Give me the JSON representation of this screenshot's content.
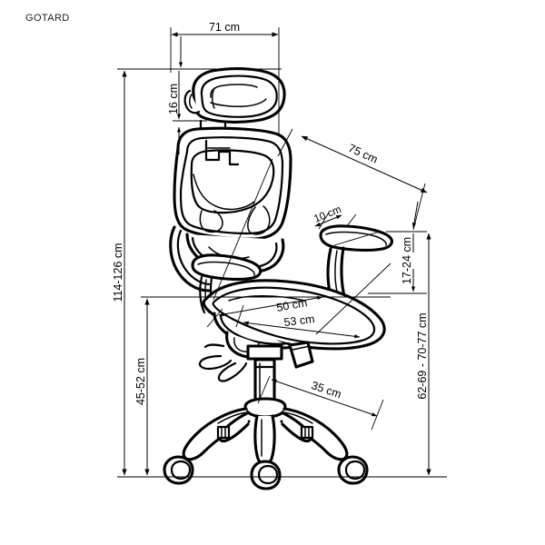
{
  "document": {
    "model_name": "GOTARD",
    "type": "technical-dimension-drawing",
    "subject": "ergonomic mesh office chair, side view",
    "background_color": "#ffffff",
    "line_color": "#000000",
    "units": "cm"
  },
  "dimensions": {
    "overall_width_top": "71 cm",
    "headrest_height": "16 cm",
    "backrest_diagonal": "75 cm",
    "armrest_width": "10 cm",
    "seat_depth_upper": "50 cm",
    "seat_depth_lower": "53 cm",
    "total_height": "114-126 cm",
    "seat_to_floor": "45-52 cm",
    "armrest_adjust": "17-24 cm",
    "backrest_total": "62-69 - 70-77 cm",
    "base_radius": "35 cm"
  },
  "labels": [
    {
      "id": "d-71",
      "text": "71 cm",
      "orientation": "horizontal"
    },
    {
      "id": "d-16",
      "text": "16 cm",
      "orientation": "vertical"
    },
    {
      "id": "d-75",
      "text": "75 cm",
      "orientation": "diagonal"
    },
    {
      "id": "d-10",
      "text": "10 cm",
      "orientation": "diagonal"
    },
    {
      "id": "d-50",
      "text": "50 cm",
      "orientation": "diagonal"
    },
    {
      "id": "d-53",
      "text": "53 cm",
      "orientation": "diagonal"
    },
    {
      "id": "d-114-126",
      "text": "114-126 cm",
      "orientation": "vertical"
    },
    {
      "id": "d-45-52",
      "text": "45-52 cm",
      "orientation": "vertical"
    },
    {
      "id": "d-17-24",
      "text": "17-24 cm",
      "orientation": "vertical"
    },
    {
      "id": "d-62-77",
      "text": "62-69  -  70-77 cm",
      "orientation": "vertical"
    },
    {
      "id": "d-35",
      "text": "35 cm",
      "orientation": "diagonal"
    }
  ]
}
